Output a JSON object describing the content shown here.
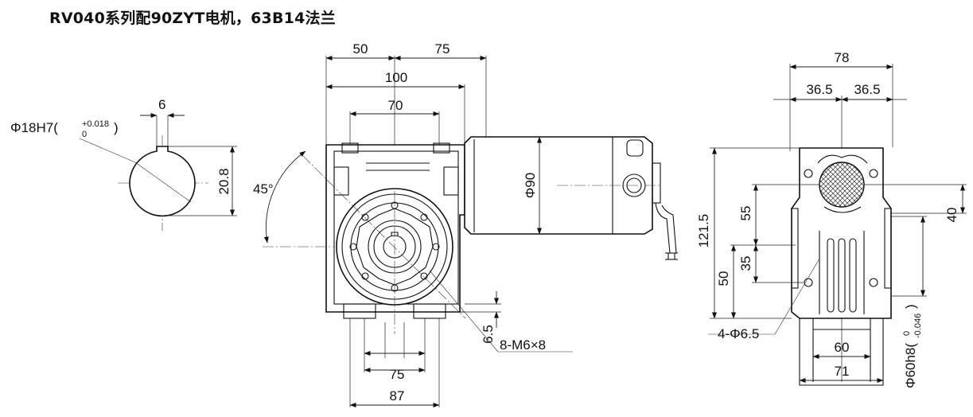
{
  "title": "RV040系列配90ZYT电机，63B14法兰",
  "shaft": {
    "keyway_width": "6",
    "bore_label": "Φ18H7(",
    "tol_upper": "+0.018",
    "tol_lower": "0",
    "close_paren": ")",
    "key_depth": "20.8"
  },
  "front": {
    "d_50": "50",
    "d_75_top": "75",
    "d_100": "100",
    "d_70": "70",
    "angle": "45°",
    "motor_dia": "Φ90",
    "d_6_5": "6.5",
    "bolts": "8-M6×8",
    "d_75_bottom": "75",
    "d_87": "87"
  },
  "side": {
    "d_78": "78",
    "d_36_5_left": "36.5",
    "d_36_5_right": "36.5",
    "d_121_5": "121.5",
    "d_55": "55",
    "d_35": "35",
    "d_50": "50",
    "d_40": "40",
    "holes": "4-Φ6.5",
    "d_60": "60",
    "d_71": "71",
    "flange_label": "Φ60h8(",
    "flange_tol_upper": "0",
    "flange_tol_lower": "-0.046",
    "close_paren": ")"
  }
}
